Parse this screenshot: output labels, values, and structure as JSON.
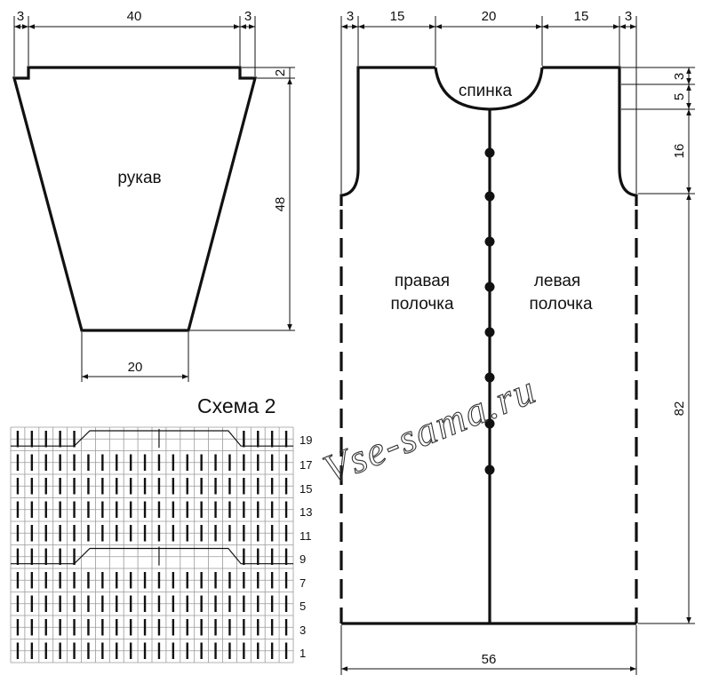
{
  "sleeve": {
    "label": "рукав",
    "dims": {
      "left_shoulder": "3",
      "top": "40",
      "right_shoulder": "3",
      "cap": "2",
      "height": "48",
      "bottom": "20"
    }
  },
  "body": {
    "back_label": "спинка",
    "right_front_label": [
      "правая",
      "полочка"
    ],
    "left_front_label": [
      "левая",
      "полочка"
    ],
    "top_dims": [
      "3",
      "15",
      "20",
      "15",
      "3"
    ],
    "right_dims": [
      "3",
      "5",
      "16",
      "82"
    ],
    "bottom_dim": "56"
  },
  "schema": {
    "title": "Схема 2",
    "row_numbers": [
      "19",
      "17",
      "15",
      "13",
      "11",
      "9",
      "7",
      "5",
      "3",
      "1"
    ]
  },
  "watermark": "Vse-sama.ru"
}
